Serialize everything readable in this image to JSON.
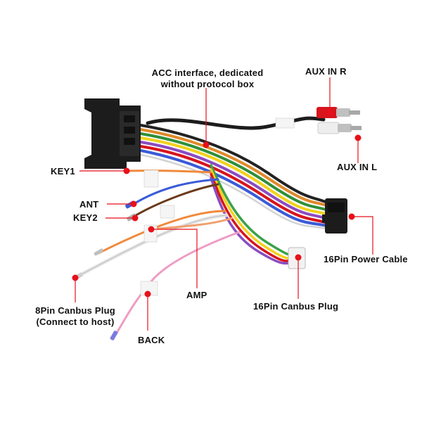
{
  "labels": {
    "acc_line1": "ACC interface, dedicated",
    "acc_line2": "without protocol box",
    "aux_r": "AUX IN R",
    "aux_l": "AUX IN L",
    "key1": "KEY1",
    "ant": "ANT",
    "key2": "KEY2",
    "power_cable": "16Pin Power Cable",
    "amp": "AMP",
    "canbus16": "16Pin Canbus Plug",
    "canbus8_line1": "8Pin Canbus Plug",
    "canbus8_line2": "(Connect to host)",
    "back": "BACK"
  },
  "colors": {
    "callout_red": "#e8101a",
    "connector_black": "#1c1c1c",
    "rca_red": "#d8141c",
    "rca_white": "#eeeeee",
    "wire_orange": "#f08a3c",
    "wire_blue": "#3a5bd8",
    "wire_pink": "#ef9cc4",
    "wire_green": "#3aa24a",
    "wire_yellow": "#f2d21e",
    "wire_purple": "#8a4cc0"
  },
  "icons": {
    "callout_dot": "red-dot-icon"
  }
}
